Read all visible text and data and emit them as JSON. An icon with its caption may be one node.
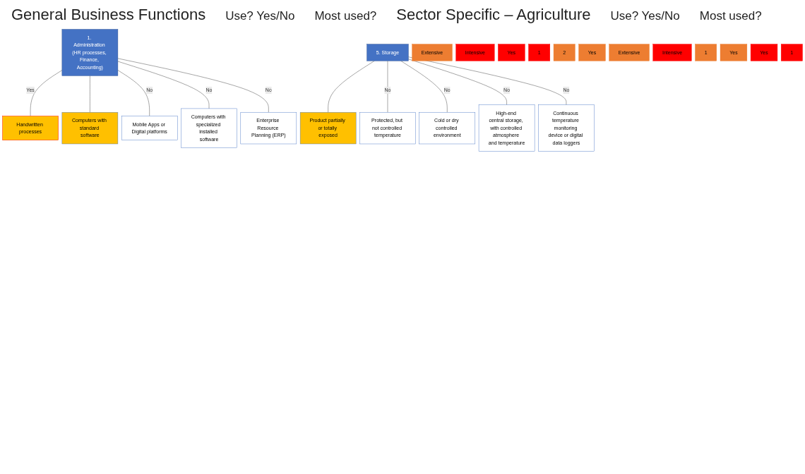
{
  "diagram": {
    "nodes": [
      {
        "text": [
          "Extensive"
        ]
      },
      {
        "text": [
          "1. Administration (HR processes, Finance, Accounting)"
        ]
      },
      {
        "text": [
          "Intensive"
        ]
      },
      {
        "text": [
          "Handwritten processes"
        ]
      },
      {
        "text": [
          "Yes"
        ]
      },
      {
        "text": [
          "1"
        ]
      },
      {
        "text": [
          "2"
        ]
      },
      {
        "text": [
          "Yes"
        ]
      },
      {
        "text": [
          "Computers with standard software"
        ]
      },
      {
        "text": [
          "Mobile Apps or Digital platforms"
        ]
      },
      {
        "text": [
          "Computers with specialized installed software"
        ]
      },
      {
        "text": [
          "Enterprise Resource Planning (ERP)"
        ]
      },
      {
        "text": [
          "Extensive"
        ]
      },
      {
        "text": [
          "5. Storage"
        ]
      },
      {
        "text": [
          "Intensive"
        ]
      },
      {
        "text": [
          "1"
        ]
      },
      {
        "text": [
          "Yes"
        ]
      },
      {
        "text": [
          "Product partially or totally exposed"
        ]
      },
      {
        "text": [
          "Yes"
        ]
      },
      {
        "text": [
          "1"
        ]
      },
      {
        "text": [
          "Protected, but not controlled temperature"
        ]
      },
      {
        "text": [
          "Cold or dry controlled environment"
        ]
      },
      {
        "text": [
          "High-end central storage, with controlled atmosphere and temperature"
        ]
      },
      {
        "text": [
          "Continuous temperature monitoring device or digital data loggers"
        ]
      }
    ],
    "edges": [
      {
        "from": 1,
        "to": 3,
        "label": "Yes",
        "arrow": "none"
      },
      {
        "from": 1,
        "to": 8,
        "arrow": "none"
      },
      {
        "from": 1,
        "to": 9,
        "label": "No",
        "arrow": "none"
      },
      {
        "from": 1,
        "to": 10,
        "label": "No",
        "arrow": "none"
      },
      {
        "from": 1,
        "to": 11,
        "label": "No",
        "arrow": "none"
      },
      {
        "from": 13,
        "to": 17,
        "arrow": "none"
      },
      {
        "from": 13,
        "to": 20,
        "label": "No",
        "arrow": "none"
      },
      {
        "from": 13,
        "to": 21,
        "label": "No",
        "arrow": "none"
      },
      {
        "from": 13,
        "to": 22,
        "label": "No",
        "arrow": "none"
      },
      {
        "from": 13,
        "to": 23,
        "label": "No",
        "arrow": "none"
      }
    ],
    "labels": [
      "General Business Functions",
      "Use? Yes/No",
      "Most used?",
      "Sector Specific – Agriculture",
      "Use? Yes/No",
      "Most used?"
    ]
  }
}
